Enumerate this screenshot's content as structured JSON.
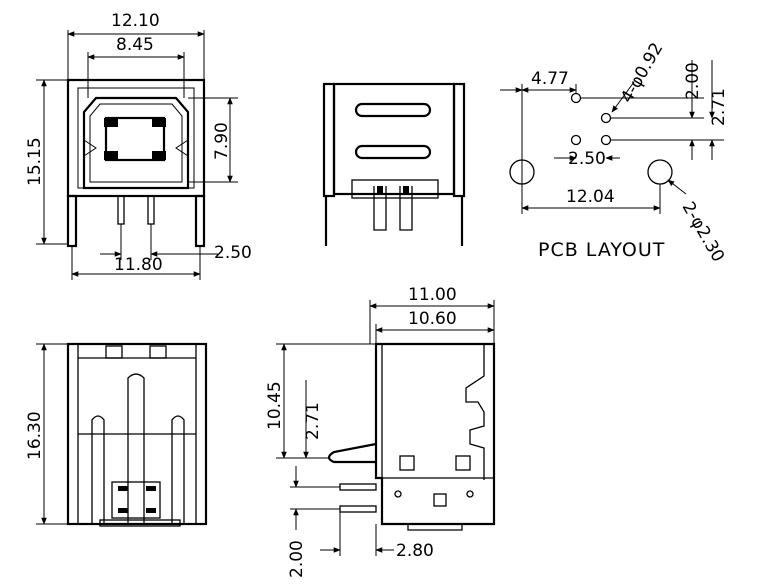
{
  "front_view": {
    "width_outer": "12.10",
    "width_inner": "8.45",
    "height": "15.15",
    "opening_height": "7.90",
    "pin_pitch": "2.50",
    "mount_span": "11.80"
  },
  "side_view": {},
  "pcb_layout": {
    "label": "PCB LAYOUT",
    "offset_x": "4.77",
    "small_hole_note": "4-φ0.92",
    "row_offset_1": "2.00",
    "row_offset_2": "2.71",
    "pitch": "2.50",
    "mount_span": "12.04",
    "large_hole_note": "2-φ2.30"
  },
  "bottom_view": {
    "height": "16.30"
  },
  "profile_view": {
    "depth_outer": "11.00",
    "depth_inner": "10.60",
    "height_total": "10.45",
    "height_pin": "2.71",
    "pin_offset": "2.00",
    "pin_length": "2.80"
  }
}
